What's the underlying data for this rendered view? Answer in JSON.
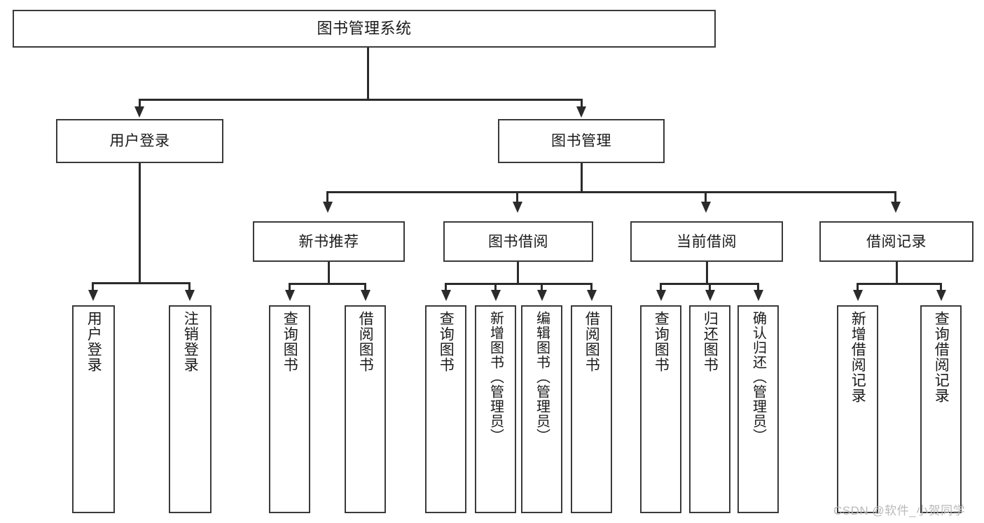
{
  "diagram": {
    "title": "图书管理系统",
    "type": "hierarchy-tree",
    "levels": 4,
    "colors": {
      "box_border": "#3a3a3a",
      "connector": "#2b2b2b",
      "background": "#ffffff",
      "text": "#1a1a1a",
      "watermark": "#b9b9b9"
    }
  },
  "root": {
    "label": "图书管理系统"
  },
  "level2": [
    {
      "label": "用户登录"
    },
    {
      "label": "图书管理"
    }
  ],
  "level3": [
    {
      "label": "新书推荐"
    },
    {
      "label": "图书借阅"
    },
    {
      "label": "当前借阅"
    },
    {
      "label": "借阅记录"
    }
  ],
  "leaves": {
    "user_login": [
      {
        "label": "用户登录"
      },
      {
        "label": "注销登录"
      }
    ],
    "new_book_recommend": [
      {
        "label": "查询图书"
      },
      {
        "label": "借阅图书"
      }
    ],
    "book_borrow": [
      {
        "label": "查询图书"
      },
      {
        "label": "新增图书（管理员）"
      },
      {
        "label": "编辑图书（管理员）"
      },
      {
        "label": "借阅图书"
      }
    ],
    "current_borrow": [
      {
        "label": "查询图书"
      },
      {
        "label": "归还图书"
      },
      {
        "label": "确认归还（管理员）"
      }
    ],
    "borrow_record": [
      {
        "label": "新增借阅记录"
      },
      {
        "label": "查询借阅记录"
      }
    ]
  },
  "watermark": {
    "text": "CSDN @软件_小贺同学"
  }
}
